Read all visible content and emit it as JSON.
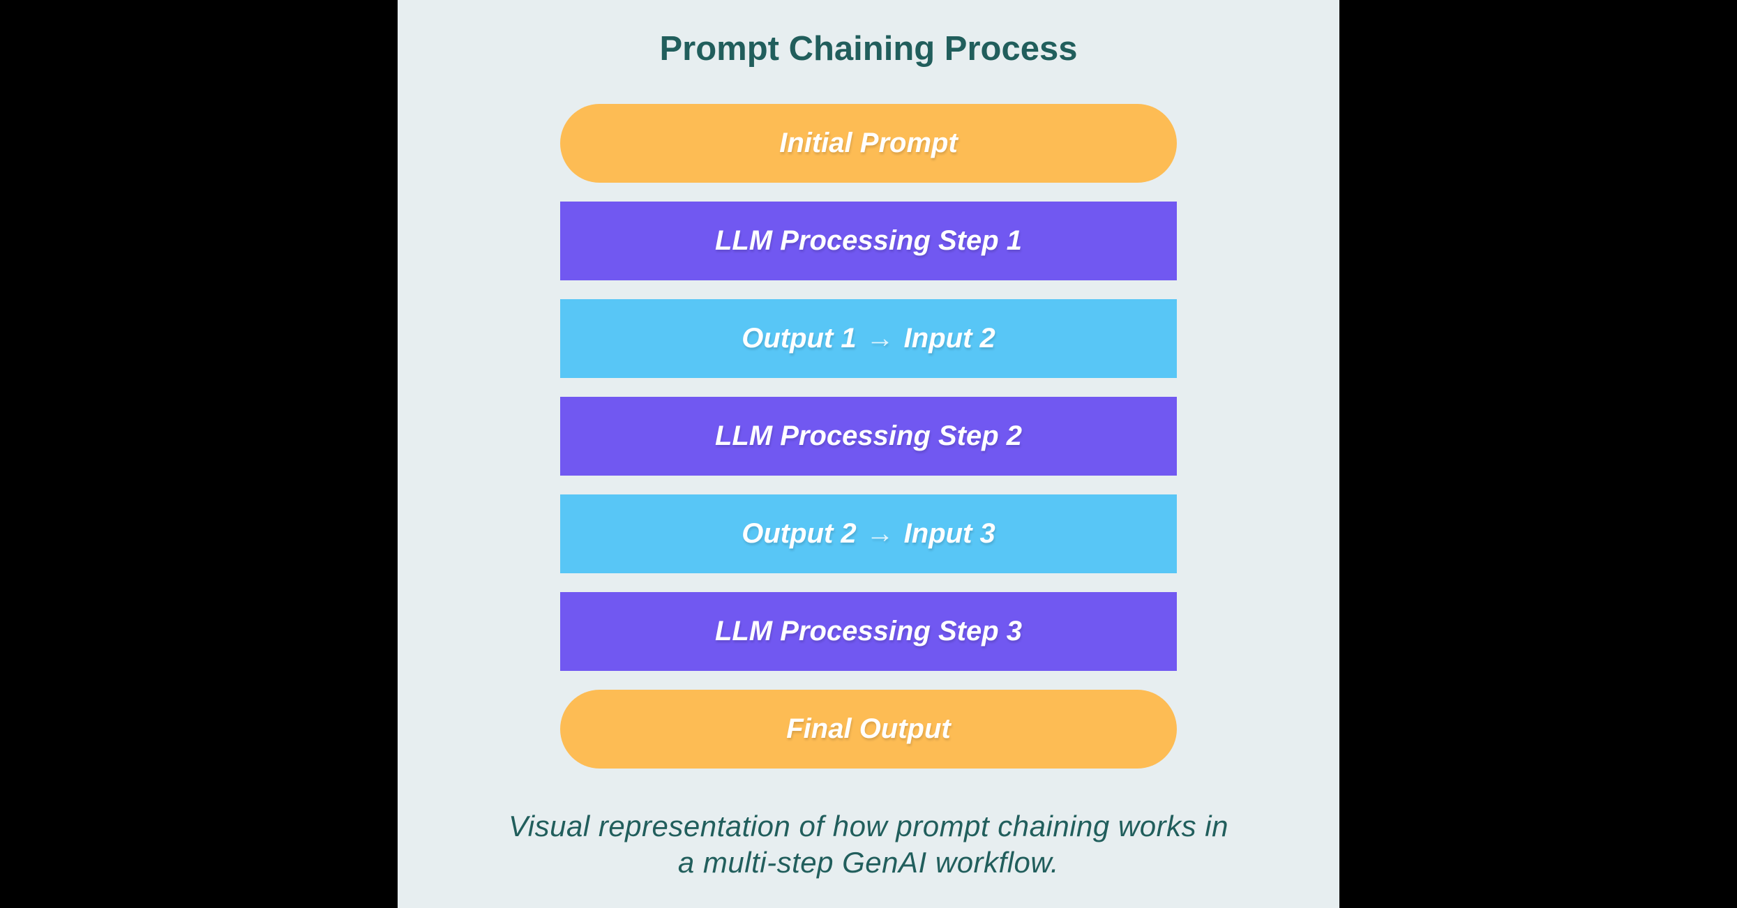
{
  "title": "Prompt Chaining Process",
  "steps": [
    {
      "name": "initial-prompt",
      "kind": "terminal",
      "label": "Initial Prompt"
    },
    {
      "name": "llm-processing-step-1",
      "kind": "process",
      "label": "LLM Processing Step 1"
    },
    {
      "name": "output-1-to-input-2",
      "kind": "handoff",
      "label": "Output 1 → Input 2",
      "pre": "Output 1",
      "arrow": "→",
      "post": "Input 2"
    },
    {
      "name": "llm-processing-step-2",
      "kind": "process",
      "label": "LLM Processing Step 2"
    },
    {
      "name": "output-2-to-input-3",
      "kind": "handoff",
      "label": "Output 2 → Input 3",
      "pre": "Output 2",
      "arrow": "→",
      "post": "Input 3"
    },
    {
      "name": "llm-processing-step-3",
      "kind": "process",
      "label": "LLM Processing Step 3"
    },
    {
      "name": "final-output",
      "kind": "terminal",
      "label": "Final Output"
    }
  ],
  "caption": {
    "line1": "Visual representation of how prompt chaining works in",
    "line2": "a multi-step GenAI workflow."
  },
  "colors": {
    "letterbox": "#000000",
    "background": "#E7EEF0",
    "heading_text": "#215E5C",
    "terminal_fill": "#FDBC54",
    "process_fill": "#7158F1",
    "handoff_fill": "#58C6F6",
    "step_text": "#FFFFFF"
  }
}
